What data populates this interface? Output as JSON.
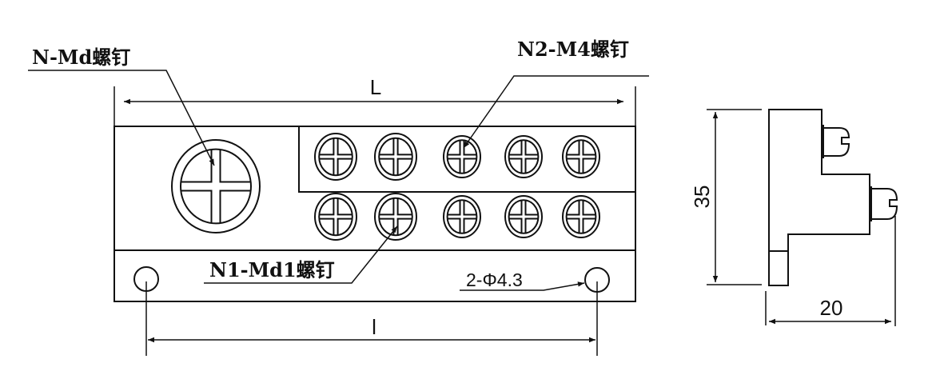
{
  "labels": {
    "n_md": "N-Md螺钉",
    "n2_m4": "N2-M4螺钉",
    "n1_md1": "N1-Md1螺钉",
    "holes": "2-Φ4.3"
  },
  "dimensions": {
    "length_L": "L",
    "length_l": "l",
    "height": "35",
    "depth": "20"
  }
}
